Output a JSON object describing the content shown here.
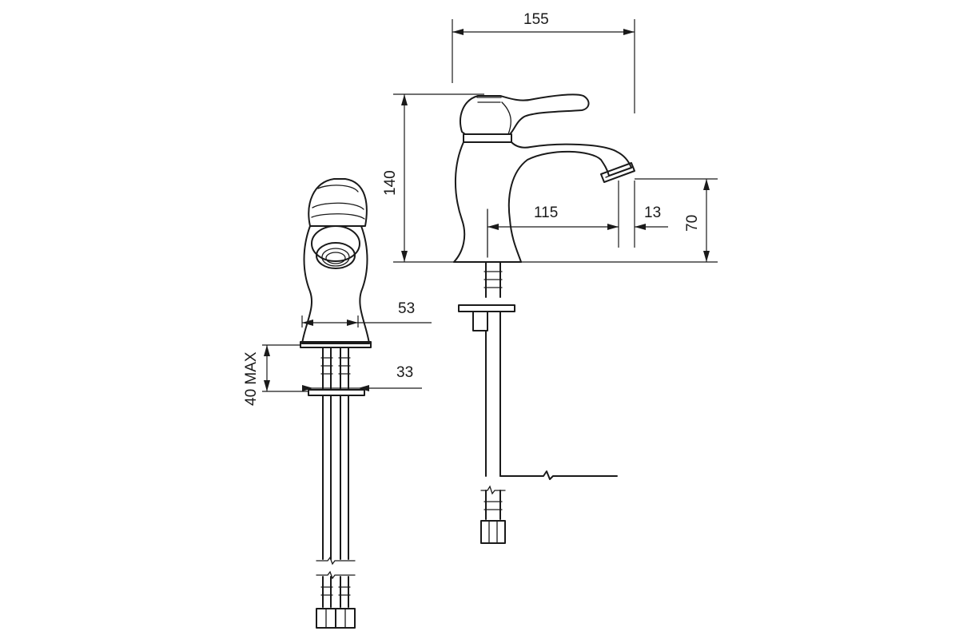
{
  "dimensions": {
    "overall_length": "155",
    "height": "140",
    "spout_reach": "115",
    "spout_outlet": "13",
    "spout_height": "70",
    "body_width": "53",
    "mount_thickness": "40 MAX",
    "thread_width": "33"
  }
}
